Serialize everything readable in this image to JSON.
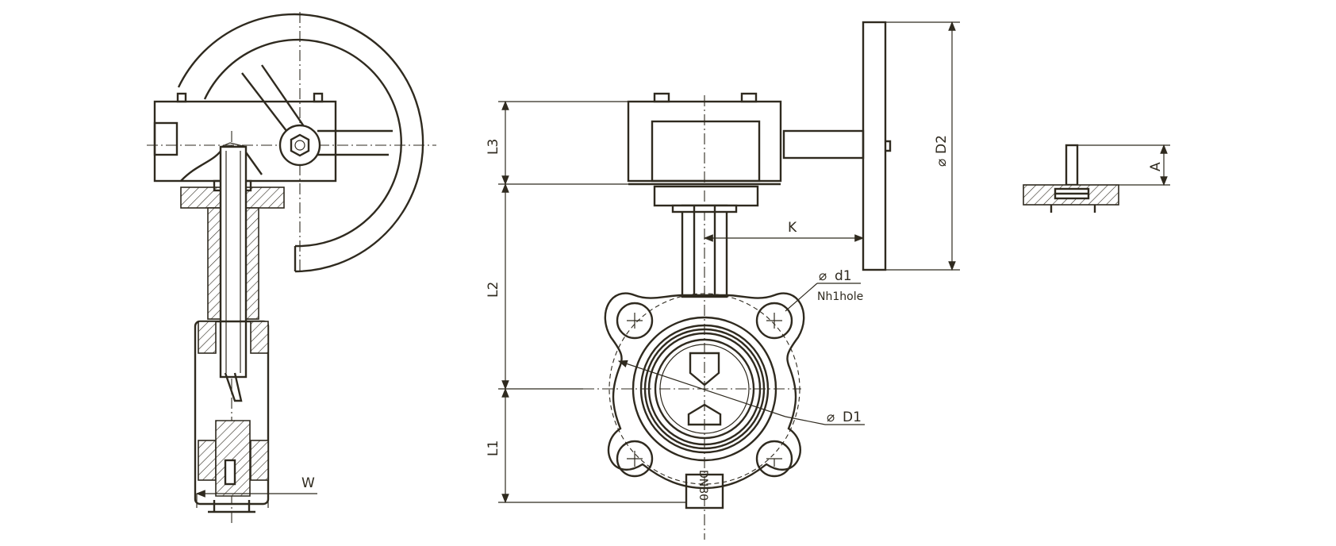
{
  "colors": {
    "line": "#2f2a1f",
    "background": "#ffffff"
  },
  "dimensions": {
    "L3": "L3",
    "L2": "L2",
    "L1": "L1",
    "K": "K",
    "D2": "D2",
    "d1": "d1",
    "hole": "Nh1hole",
    "D1": "D1",
    "A": "A",
    "W": "W"
  },
  "body_marking": "DN80",
  "symbols": {
    "diameter": "⌀"
  }
}
